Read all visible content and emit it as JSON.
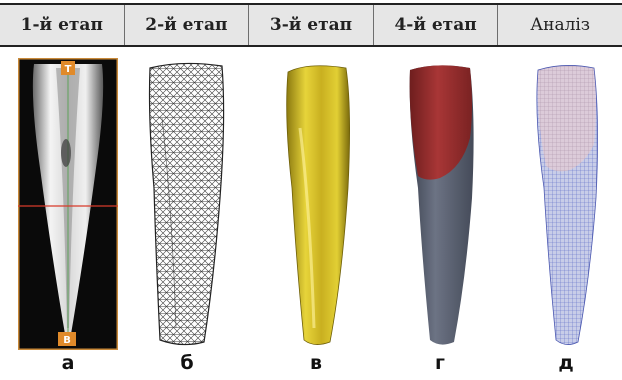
{
  "header": {
    "stages": [
      {
        "label": "1-й етап"
      },
      {
        "label": "2-й етап"
      },
      {
        "label": "3-й етап"
      },
      {
        "label": "4-й етап"
      },
      {
        "label": "Аналіз"
      }
    ]
  },
  "panels": [
    {
      "caption": "а",
      "top_marker": "T",
      "bottom_marker": "B"
    },
    {
      "caption": "б"
    },
    {
      "caption": "в"
    },
    {
      "caption": "г"
    },
    {
      "caption": "д"
    }
  ],
  "colors": {
    "header_bg": "#e6e6e6",
    "ct_frame": "#c98a3a",
    "cross_line": "#d83a2a",
    "mesh_line": "#3c3c3c",
    "solid_yellow": "#d9c22a",
    "crown_red": "#9a2f2f",
    "root_grey": "#5f6676",
    "analysis_pink": "#d8c4d6",
    "analysis_blue": "#6a78cf"
  }
}
